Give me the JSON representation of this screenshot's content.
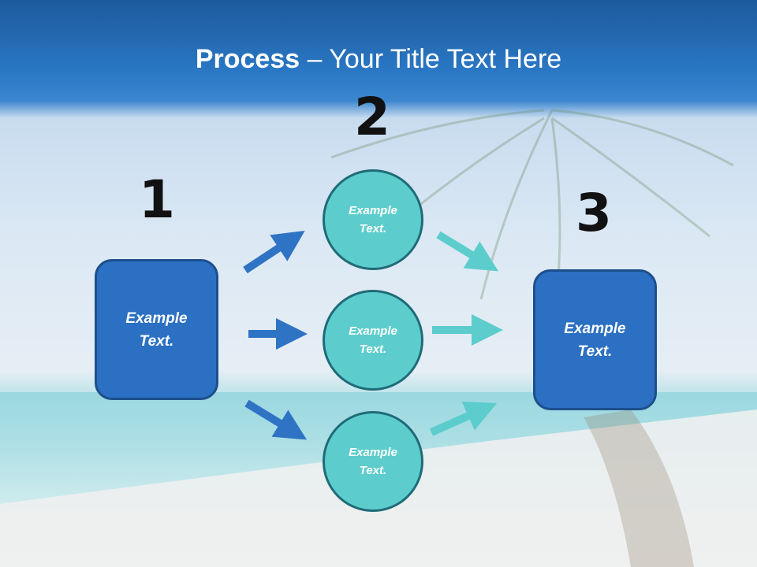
{
  "title": {
    "bold": "Process",
    "dash": " – ",
    "rest": "Your Title Text Here"
  },
  "steps": [
    {
      "number": "1",
      "label": "Example\nText."
    },
    {
      "number": "2",
      "labels": [
        "Example\nText.",
        "Example\nText.",
        "Example\nText."
      ]
    },
    {
      "number": "3",
      "label": "Example\nText."
    }
  ],
  "colors": {
    "box_fill": "#2b70c2",
    "circle_fill": "#5ccdcc",
    "arrow_blue": "#2f73c4",
    "arrow_teal": "#5ccdcc"
  }
}
